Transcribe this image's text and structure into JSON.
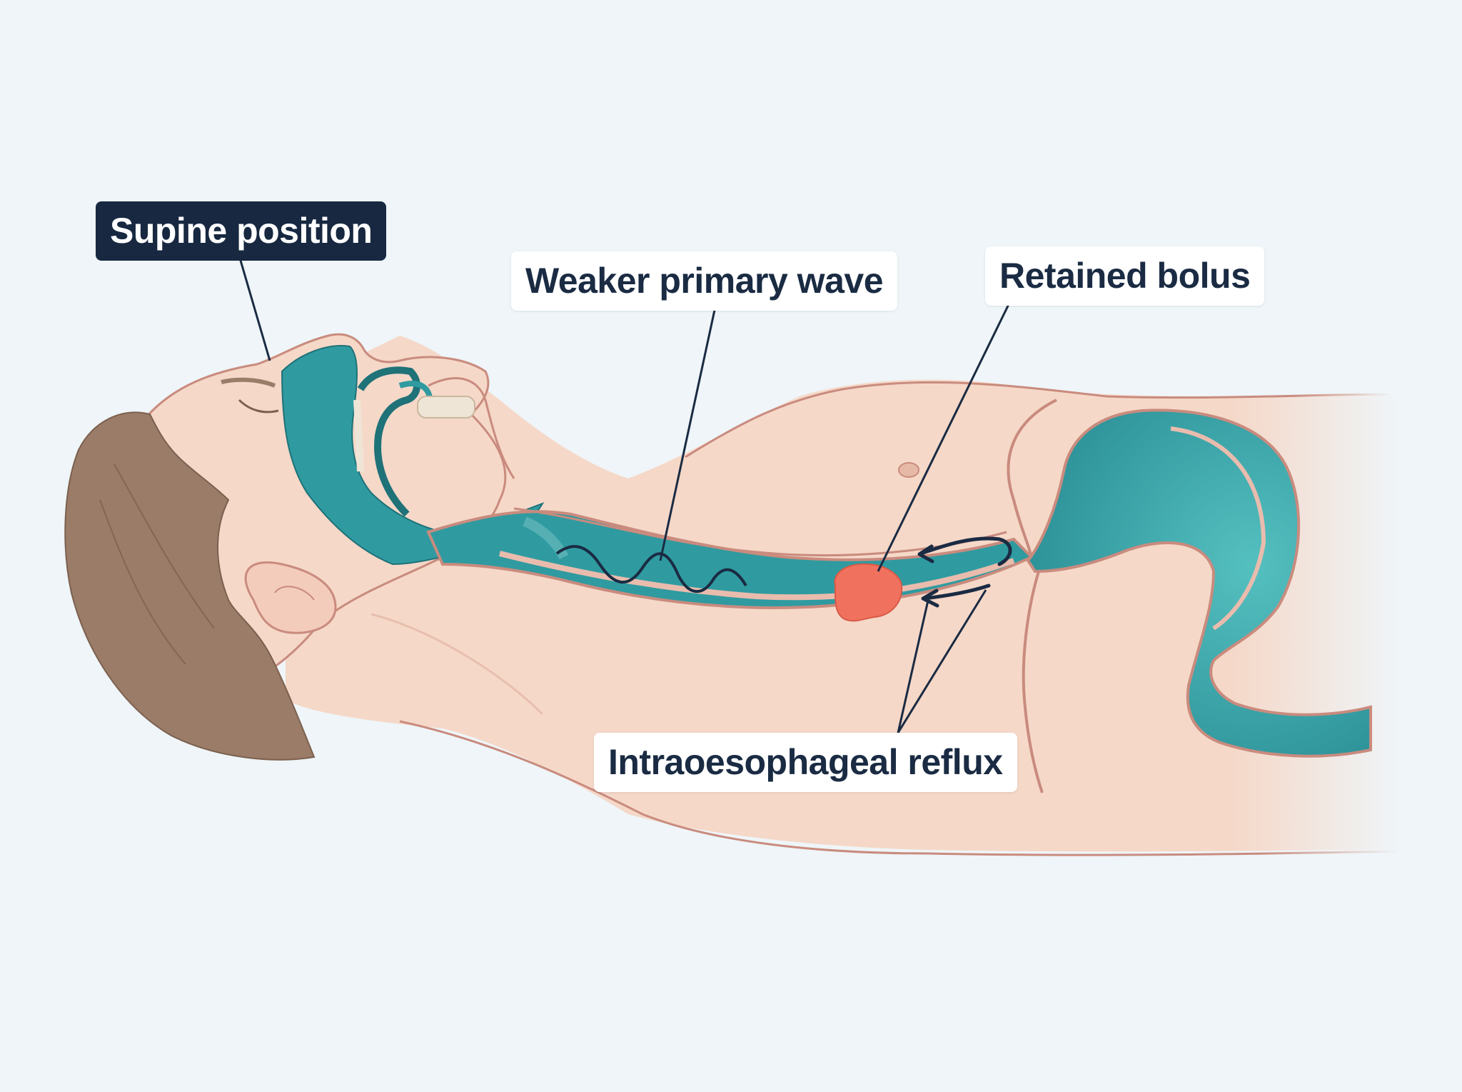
{
  "labels": {
    "supine_position": "Supine position",
    "weaker_primary_wave": "Weaker primary wave",
    "retained_bolus": "Retained bolus",
    "intraoesophageal_reflux": "Intraoesophageal reflux"
  },
  "colors": {
    "background": "#eff5f8",
    "skin": "#f5d8c8",
    "skin_outline": "#c98b7e",
    "hair": "#9a7c68",
    "lumen_teal": "#2f9ba0",
    "lumen_dark": "#247f86",
    "bolus": "#f0725e",
    "leader_line": "#1a2b43",
    "label_dark_bg": "#172840"
  }
}
